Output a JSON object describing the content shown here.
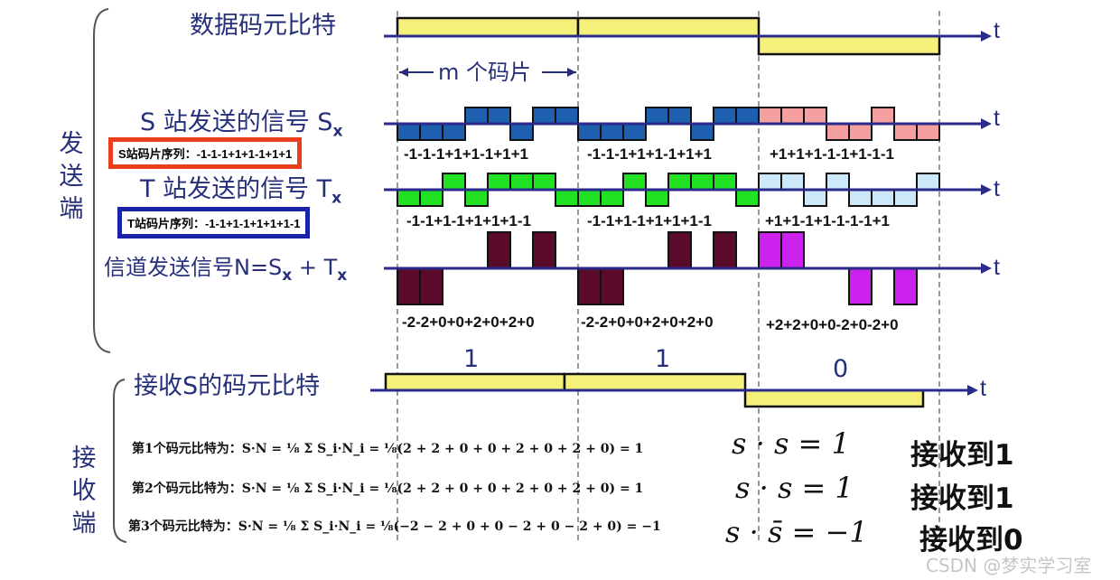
{
  "sender_label": "发送端",
  "receiver_label": "接收端",
  "time_label": "t",
  "data_bits_label": "数据码元比特",
  "data_bits": [
    1,
    1,
    0
  ],
  "chip_span_label": "m 个码片",
  "s_signal": {
    "label": "S 站发送的信号 S",
    "sub": "x",
    "codes": [
      "-1-1-1+1+1-1+1+1",
      "-1-1-1+1+1-1+1+1",
      "+1+1+1-1-1+1-1-1"
    ]
  },
  "s_sequence_box": {
    "label": "S站码片序列：",
    "value": "-1-1-1+1+1-1+1+1",
    "color": "#e8401c"
  },
  "t_signal": {
    "label": "T 站发送的信号 T",
    "sub": "x",
    "codes": [
      "-1-1+1-1+1+1+1-1",
      "-1-1+1-1+1+1+1-1",
      "+1+1-1+1-1-1-1+1"
    ]
  },
  "t_sequence_box": {
    "label": "T站码片序列：",
    "value": "-1-1+1-1+1+1+1-1",
    "color": "#1a22a8"
  },
  "n_signal": {
    "label_pre": "信道发送信号N=S",
    "sub1": "x",
    "plus": " + T",
    "sub2": "x",
    "codes": [
      "-2-2+0+0+2+0+2+0",
      "-2-2+0+0+2+0+2+0",
      "+2+2+0+0-2+0-2+0"
    ]
  },
  "received_label": "接收S的码元比特",
  "received_bits": [
    "1",
    "1",
    "0"
  ],
  "formulas": [
    {
      "prefix": "第1个码元比特为：",
      "expr": "S·N = ⅛ Σ S_i·N_i = ⅛(2 + 2 + 0 + 0 + 2 + 0 + 2 + 0) = 1",
      "short": "s · s = 1",
      "result": "接收到1"
    },
    {
      "prefix": "第2个码元比特为：",
      "expr": "S·N = ⅛ Σ S_i·N_i = ⅛(2 + 2 + 0 + 0 + 2 + 0 + 2 + 0) = 1",
      "short": "s · s = 1",
      "result": "接收到1"
    },
    {
      "prefix": "第3个码元比特为：",
      "expr": "S·N = ⅛ Σ S_i·N_i = ⅛(−2 − 2 + 0 + 0 − 2 + 0 − 2 + 0) = −1",
      "short": "s · s̄ = −1",
      "result": "接收到0"
    }
  ],
  "watermark": "CSDN @梦实学习室",
  "colors": {
    "axis": "#2a2a8a",
    "bit_bar": "#f5f07a",
    "s_fill": [
      "#1f5fb0",
      "#1f5fb0",
      "#f4a0a0"
    ],
    "t_fill": [
      "#22e022",
      "#22e022",
      "#cde8f8"
    ],
    "n_fill": [
      "#5a0a2a",
      "#5a0a2a",
      "#cc22ee"
    ]
  }
}
